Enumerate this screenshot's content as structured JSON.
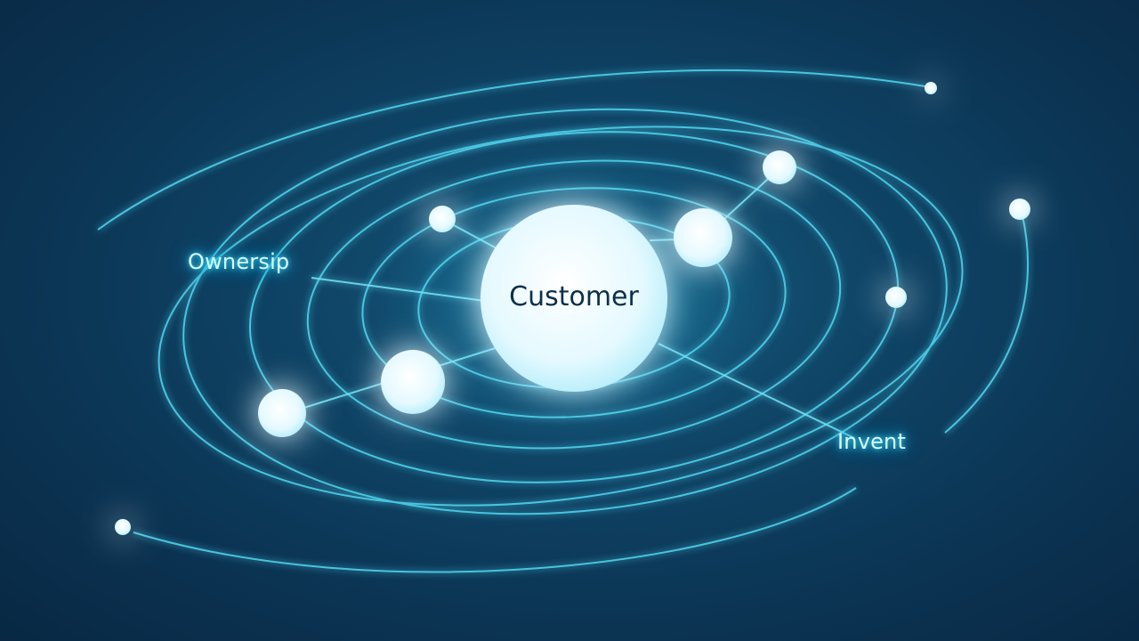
{
  "diagram": {
    "center_label": "Customer",
    "labels": {
      "ownership": "Ownersip",
      "invent": "Invent"
    }
  },
  "colors": {
    "background": "#0b3352",
    "orbit": "#4fd3ee",
    "node": "#eefcff",
    "glow": "#3fe0ff",
    "center_text": "#0d2f4a"
  }
}
